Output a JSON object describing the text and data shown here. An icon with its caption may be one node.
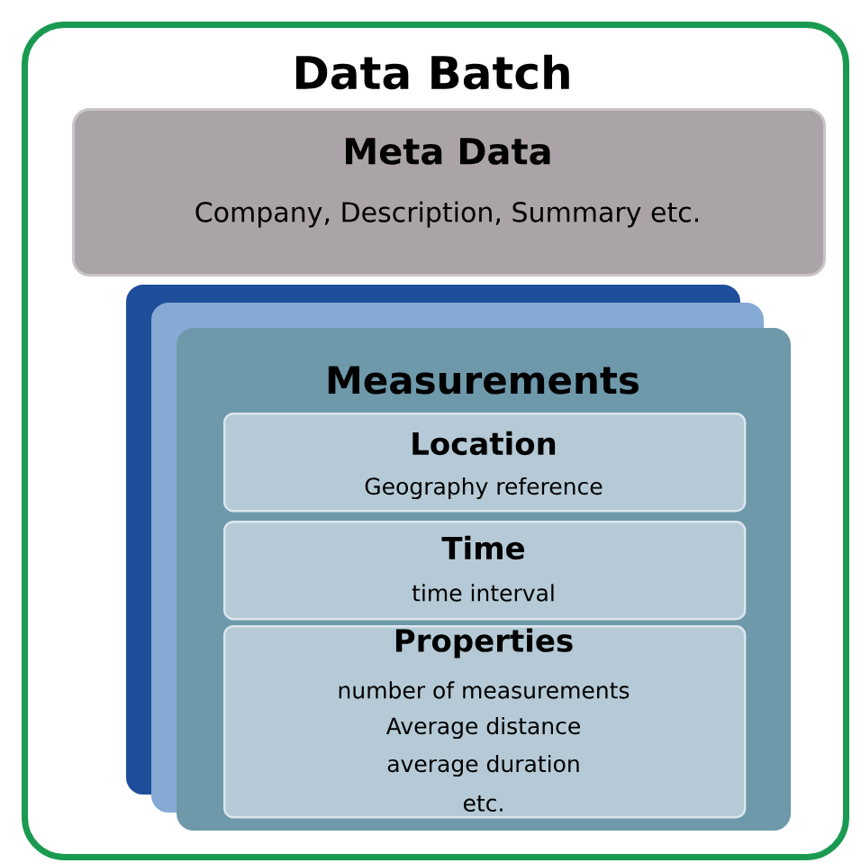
{
  "diagram": {
    "nodes": [
      {
        "text": [
          "Data Batch"
        ]
      },
      {
        "text": [
          "Meta Data",
          "Company, Description, Summary etc."
        ],
        "in": 0
      },
      {
        "text": [],
        "shape": "box",
        "in": 0
      },
      {
        "text": [],
        "shape": "box",
        "in": 0
      },
      {
        "text": [
          "Measurements"
        ],
        "in": 0
      },
      {
        "text": [
          "Location",
          "Geography reference"
        ],
        "in": 4
      },
      {
        "text": [
          "Time",
          "time interval"
        ],
        "in": 4
      },
      {
        "text": [
          "Properties",
          "number of measurements",
          "Average distance",
          "average duration",
          "etc."
        ],
        "in": 4
      }
    ]
  }
}
